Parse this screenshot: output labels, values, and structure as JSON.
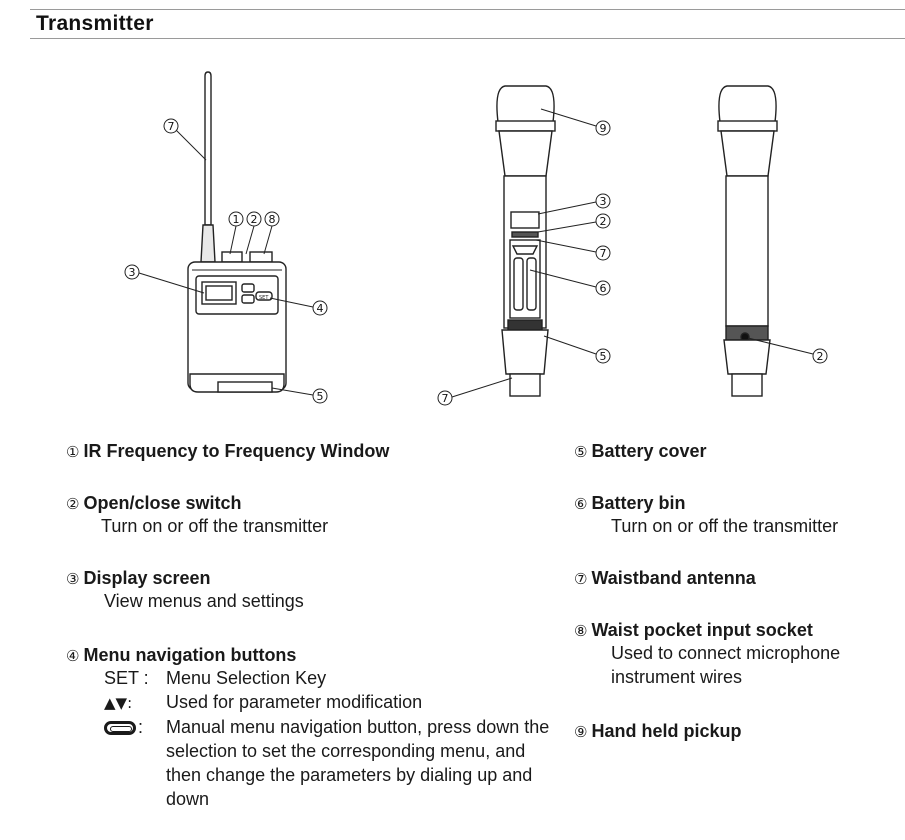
{
  "header": {
    "title": "Transmitter"
  },
  "callouts": {
    "c1": "1",
    "c2": "2",
    "c3": "3",
    "c4": "4",
    "c5": "5",
    "c6": "6",
    "c7": "7",
    "c8": "8",
    "c9": "9"
  },
  "legend_left": [
    {
      "num": "①",
      "title": "IR Frequency to Frequency Window"
    },
    {
      "num": "②",
      "title": "Open/close switch",
      "desc": "Turn on or off the transmitter"
    },
    {
      "num": "③",
      "title": "Display screen",
      "desc": "View menus and settings"
    },
    {
      "num": "④",
      "title": "Menu navigation buttons",
      "sub": [
        {
          "key": "SET :",
          "text": "Menu Selection Key"
        },
        {
          "key": "▲▼:",
          "text": "Used for parameter modification"
        },
        {
          "key_icon": "button-pill-icon",
          "key": ":",
          "text": "Manual menu navigation button, press down the selection to set the corresponding menu, and then change the parameters by dialing up and down"
        }
      ]
    }
  ],
  "legend_right": [
    {
      "num": "⑤",
      "title": "Battery cover"
    },
    {
      "num": "⑥",
      "title": "Battery bin",
      "desc": "Turn on or off the transmitter"
    },
    {
      "num": "⑦",
      "title": "Waistband antenna"
    },
    {
      "num": "⑧",
      "title": "Waist pocket input socket",
      "desc": "Used to connect microphone instrument wires"
    },
    {
      "num": "⑨",
      "title": "Hand held pickup"
    }
  ]
}
